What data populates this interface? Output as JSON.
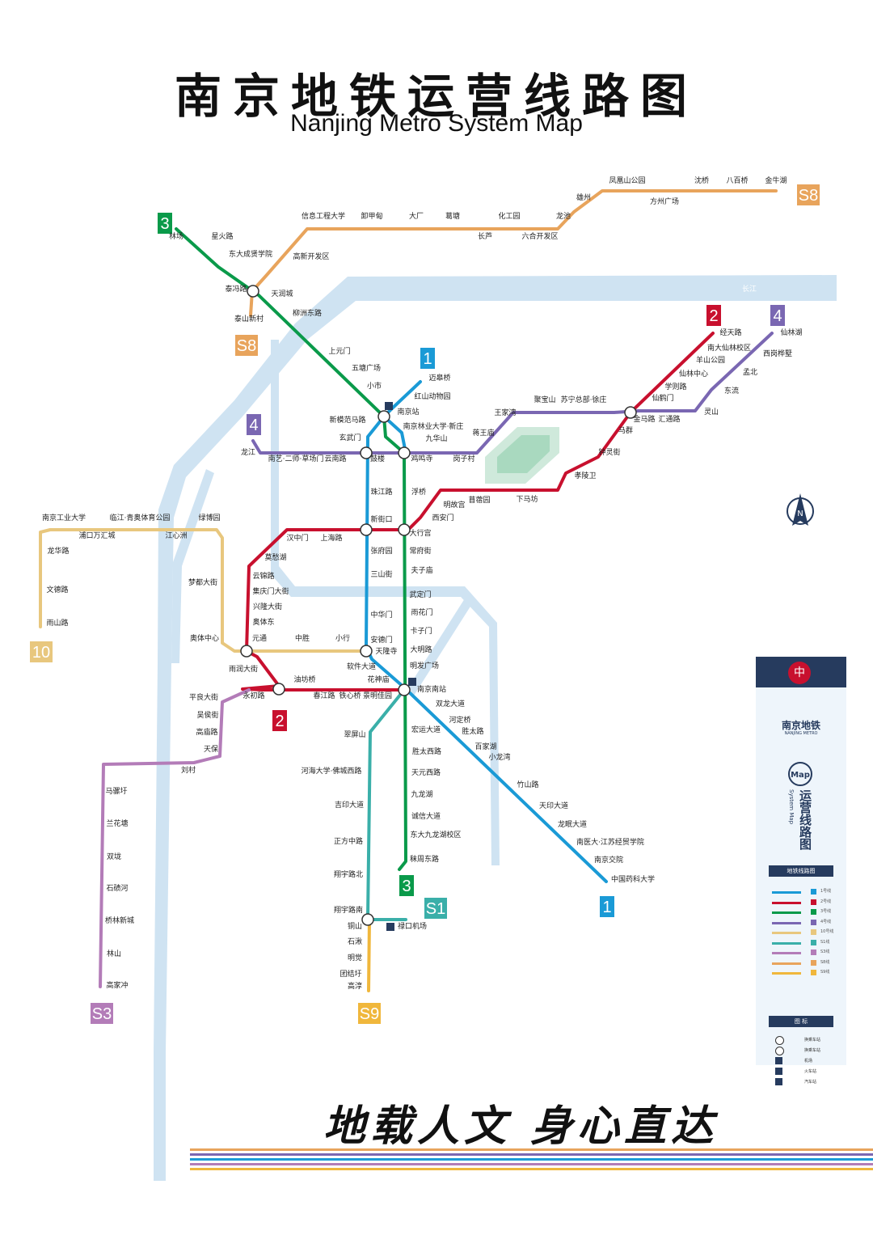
{
  "title": {
    "cn": "南京地铁运营线路图",
    "en": "Nanjing Metro System Map"
  },
  "slogan": "地载人文  身心直达",
  "river": {
    "label": "长江"
  },
  "panel": {
    "brand_cn": "南京地铁",
    "brand_en": "NANJING METRO",
    "logo_glyph": "中",
    "map_badge": "Map",
    "vertical_title": "运营线路图",
    "vertical_sub": "System Map",
    "legend_head": "地铁线路图",
    "legend_rows": [
      {
        "color": "#1a9ad6",
        "num_color": "#1a9ad6",
        "text": "1号线"
      },
      {
        "color": "#c8102e",
        "num_color": "#c8102e",
        "text": "2号线"
      },
      {
        "color": "#0a9a4a",
        "num_color": "#0a9a4a",
        "text": "3号线"
      },
      {
        "color": "#7a67b2",
        "num_color": "#7a67b2",
        "text": "4号线"
      },
      {
        "color": "#e8c77e",
        "num_color": "#e8c77e",
        "text": "10号线"
      },
      {
        "color": "#3aafa9",
        "num_color": "#3aafa9",
        "text": "S1线"
      },
      {
        "color": "#b37cb8",
        "num_color": "#b37cb8",
        "text": "S3线"
      },
      {
        "color": "#e8a45c",
        "num_color": "#e8a45c",
        "text": "S8线"
      },
      {
        "color": "#f0b73c",
        "num_color": "#f0b73c",
        "text": "S9线"
      }
    ],
    "symbol_head": "图  标",
    "symbols": [
      {
        "icon": "interchange-icon",
        "text": "换乘车站"
      },
      {
        "icon": "interchange-oval-icon",
        "text": "换乘车站"
      },
      {
        "icon": "airport-icon",
        "text": "机场"
      },
      {
        "icon": "train-icon",
        "text": "火车站"
      },
      {
        "icon": "bus-icon",
        "text": "汽车站"
      }
    ]
  },
  "colors": {
    "L1": "#1a9ad6",
    "L2": "#c8102e",
    "L3": "#0a9a4a",
    "L4": "#7a67b2",
    "L10": "#e8c77e",
    "S1": "#3aafa9",
    "S3": "#b37cb8",
    "S8": "#e8a45c",
    "S9": "#f0b73c",
    "river": "#cfe3f2",
    "panel_dark": "#263b5e",
    "park": "#3aaa74"
  },
  "line_badges": [
    {
      "id": "L1",
      "text": "1"
    },
    {
      "id": "L1",
      "text": "1"
    },
    {
      "id": "L2",
      "text": "2"
    },
    {
      "id": "L2",
      "text": "2"
    },
    {
      "id": "L3",
      "text": "3"
    },
    {
      "id": "L3",
      "text": "3"
    },
    {
      "id": "L4",
      "text": "4"
    },
    {
      "id": "L4",
      "text": "4"
    },
    {
      "id": "S1",
      "text": "S1"
    },
    {
      "id": "S3",
      "text": "S3"
    },
    {
      "id": "S8",
      "text": "S8"
    },
    {
      "id": "S8",
      "text": "S8"
    },
    {
      "id": "S9",
      "text": "S9"
    },
    {
      "id": "L10",
      "text": "10"
    }
  ],
  "stations": [
    "凤凰山公园",
    "沈桥",
    "八百桥",
    "金牛湖",
    "雄州",
    "方州广场",
    "信息工程大学",
    "卸甲甸",
    "大厂",
    "葛塘",
    "化工园",
    "龙池",
    "长芦",
    "六合开发区",
    "林场",
    "星火路",
    "东大成贤学院",
    "高新开发区",
    "泰冯路",
    "天润城",
    "泰山新村",
    "柳洲东路",
    "上元门",
    "五塘广场",
    "小市",
    "迈皋桥",
    "红山动物园",
    "南京站",
    "新模范马路",
    "玄武门",
    "鼓楼",
    "南京林业大学·新庄",
    "九华山",
    "鸡鸣寺",
    "岗子村",
    "蒋王庙",
    "王家湾",
    "聚宝山",
    "苏宁总部·徐庄",
    "金马路",
    "汇通路",
    "灵山",
    "东流",
    "孟北",
    "西岗桦墅",
    "仙林湖",
    "经天路",
    "南大仙林校区",
    "羊山公园",
    "仙林中心",
    "学则路",
    "仙鹤门",
    "马群",
    "钟灵街",
    "孝陵卫",
    "下马坊",
    "苜蓿园",
    "明故宫",
    "西安门",
    "大行宫",
    "新街口",
    "浮桥",
    "珠江路",
    "龙江",
    "南艺·二师·草场门",
    "云南路",
    "汉中门",
    "上海路",
    "莫愁湖",
    "张府园",
    "常府街",
    "夫子庙",
    "三山街",
    "云锦路",
    "集庆门大街",
    "兴隆大街",
    "奥体东",
    "武定门",
    "雨花门",
    "中华门",
    "卡子门",
    "安德门",
    "大明路",
    "元通",
    "中胜",
    "小行",
    "天隆寺",
    "软件大道",
    "明发广场",
    "花神庙",
    "南京南站",
    "奥体中心",
    "雨润大街",
    "油坊桥",
    "永初路",
    "平良大街",
    "吴侯街",
    "高庙路",
    "天保",
    "刘村",
    "春江路",
    "铁心桥",
    "景明佳园",
    "双龙大道",
    "河定桥",
    "胜太路",
    "百家湖",
    "小龙湾",
    "竹山路",
    "天印大道",
    "龙眠大道",
    "南医大·江苏经贸学院",
    "南京交院",
    "中国药科大学",
    "翠屏山",
    "河海大学·佛城西路",
    "吉印大道",
    "正方中路",
    "翔宇路北",
    "翔宇路南",
    "禄口机场",
    "东大九龙湖校区",
    "秣周东路",
    "诚信大道",
    "九龙湖",
    "天元西路",
    "胜太西路",
    "宏运大道",
    "马骡圩",
    "兰花塘",
    "双垅",
    "石碛河",
    "桥林新城",
    "林山",
    "高家冲",
    "南京工业大学",
    "龙华路",
    "浦口万汇城",
    "临江·青奥体育公园",
    "江心洲",
    "绿博园",
    "梦都大街",
    "文德路",
    "雨山路",
    "铜山",
    "石湫",
    "明觉",
    "团结圩",
    "高淳"
  ]
}
